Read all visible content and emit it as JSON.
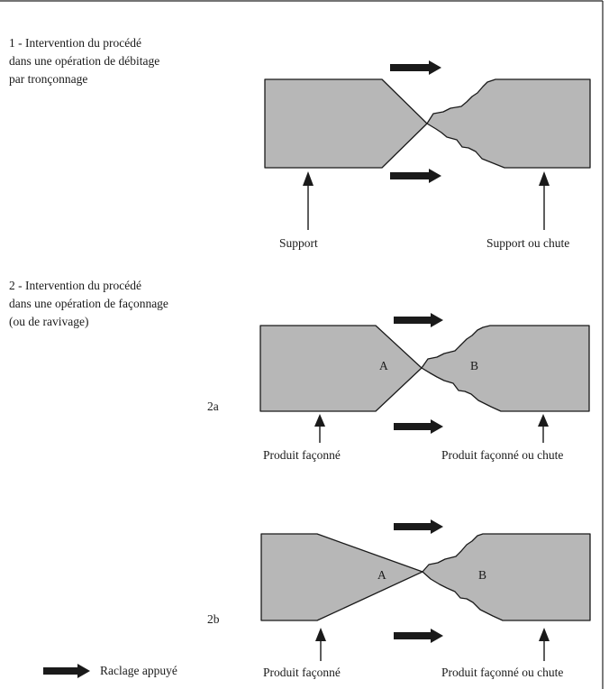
{
  "sections": [
    {
      "title_lines": [
        "1 - Intervention du procédé",
        "dans une opération de débitage",
        "par tronçonnage"
      ],
      "left_label": "Support",
      "right_label": "Support ou chute"
    },
    {
      "title_lines": [
        "2 - Intervention du procédé",
        "dans une opération de façonnage",
        "(ou de ravivage)"
      ]
    }
  ],
  "figures": {
    "f2a": {
      "id_label": "2a",
      "zone_a": "A",
      "zone_b": "B",
      "left_label": "Produit façonné",
      "right_label": "Produit façonné ou chute"
    },
    "f2b": {
      "id_label": "2b",
      "zone_a": "A",
      "zone_b": "B",
      "left_label": "Produit façonné",
      "right_label": "Produit façonné ou chute"
    }
  },
  "legend": {
    "icon": "thick-right-arrow-icon",
    "label": "Raclage appuyé"
  },
  "colors": {
    "part_fill": "#b7b7b7",
    "stroke": "#1a1a1a",
    "background": "#ffffff"
  }
}
